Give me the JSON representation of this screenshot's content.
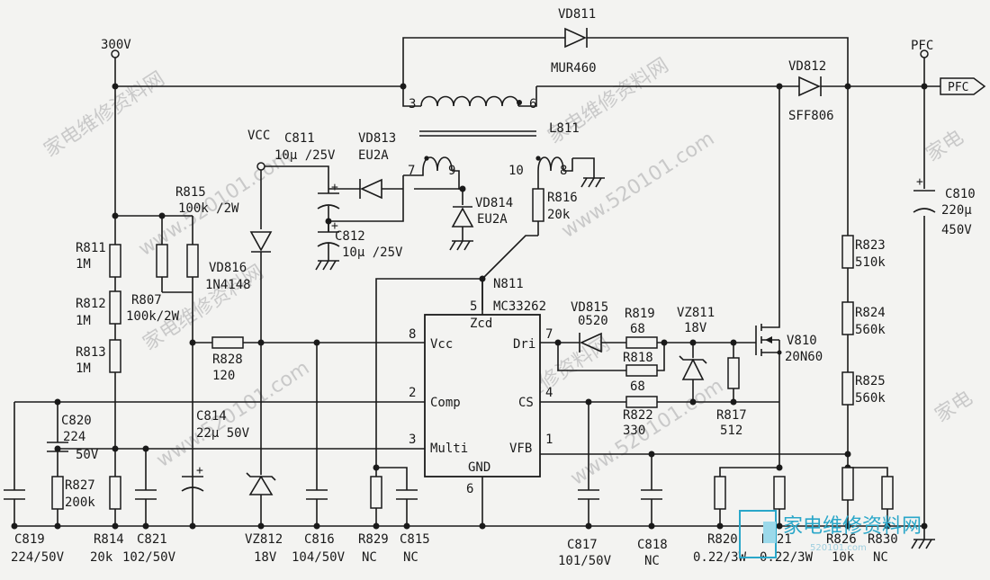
{
  "watermark": {
    "cn": "家电维修资料网",
    "url": "www.520101.com",
    "cn_short": "家电"
  },
  "logo": {
    "cn": "家电维修资料网",
    "url": "520101.com",
    "color": "#2aa7c9"
  },
  "rails": {
    "hv_in": "300V",
    "vcc": "VCC",
    "pfc": "PFC",
    "pfc_out_tag": "PFC"
  },
  "ic": {
    "ref": "N811",
    "part": "MC33262",
    "pins": {
      "zcd": {
        "num": "5",
        "name": "Zcd"
      },
      "vcc": {
        "num": "8",
        "name": "Vcc"
      },
      "dri": {
        "num": "7",
        "name": "Dri"
      },
      "comp": {
        "num": "2",
        "name": "Comp"
      },
      "cs": {
        "num": "4",
        "name": "CS"
      },
      "multi": {
        "num": "3",
        "name": "Multi"
      },
      "vfb": {
        "num": "1",
        "name": "VFB"
      },
      "gnd": {
        "num": "6",
        "name": "GND"
      }
    }
  },
  "inductor": {
    "ref": "L811",
    "pins": [
      "3",
      "6",
      "7",
      "9",
      "10",
      "8"
    ]
  },
  "parts": {
    "vd811": {
      "ref": "VD811",
      "value": "MUR460"
    },
    "vd812": {
      "ref": "VD812",
      "value": "SFF806"
    },
    "vd813": {
      "ref": "VD813",
      "value": "EU2A"
    },
    "vd814": {
      "ref": "VD814",
      "value": "EU2A"
    },
    "vd815": {
      "ref": "VD815",
      "value": "0520"
    },
    "vd816": {
      "ref": "VD816",
      "value": "1N4148"
    },
    "vz811": {
      "ref": "VZ811",
      "value": "18V"
    },
    "vz812": {
      "ref": "VZ812",
      "value": "18V"
    },
    "v810": {
      "ref": "V810",
      "value": "20N60"
    },
    "c810": {
      "ref": "C810",
      "value": "220µ",
      "value2": "450V"
    },
    "c811": {
      "ref": "C811",
      "value": "10µ /25V"
    },
    "c812": {
      "ref": "C812",
      "value": "10µ /25V"
    },
    "c814": {
      "ref": "C814",
      "value": "22µ 50V"
    },
    "c815": {
      "ref": "C815",
      "value": "NC"
    },
    "c816": {
      "ref": "C816",
      "value": "104/50V"
    },
    "c817": {
      "ref": "C817",
      "value": "101/50V"
    },
    "c818": {
      "ref": "C818",
      "value": "NC"
    },
    "c819": {
      "ref": "C819",
      "value": "224/50V"
    },
    "c820": {
      "ref": "C820",
      "value": "224",
      "value2": "50V"
    },
    "c821": {
      "ref": "C821",
      "value": "102/50V"
    },
    "r807": {
      "ref": "R807",
      "value": "100k/2W"
    },
    "r811": {
      "ref": "R811",
      "value": "1M"
    },
    "r812": {
      "ref": "R812",
      "value": "1M"
    },
    "r813": {
      "ref": "R813",
      "value": "1M"
    },
    "r814": {
      "ref": "R814",
      "value": "20k"
    },
    "r815": {
      "ref": "R815",
      "value": "100k /2W"
    },
    "r816": {
      "ref": "R816",
      "value": "20k"
    },
    "r817": {
      "ref": "R817",
      "value": "512"
    },
    "r818": {
      "ref": "R818",
      "value": "68"
    },
    "r819": {
      "ref": "R819",
      "value": "68"
    },
    "r820": {
      "ref": "R820",
      "value": "0.22/3W"
    },
    "r821": {
      "ref": "R821",
      "value": "0.22/3W"
    },
    "r822": {
      "ref": "R822",
      "value": "330"
    },
    "r823": {
      "ref": "R823",
      "value": "510k"
    },
    "r824": {
      "ref": "R824",
      "value": "560k"
    },
    "r825": {
      "ref": "R825",
      "value": "560k"
    },
    "r826": {
      "ref": "R826",
      "value": "10k"
    },
    "r827": {
      "ref": "R827",
      "value": "200k"
    },
    "r828": {
      "ref": "R828",
      "value": "120"
    },
    "r829": {
      "ref": "R829",
      "value": "NC"
    },
    "r830": {
      "ref": "R830",
      "value": "NC"
    }
  }
}
